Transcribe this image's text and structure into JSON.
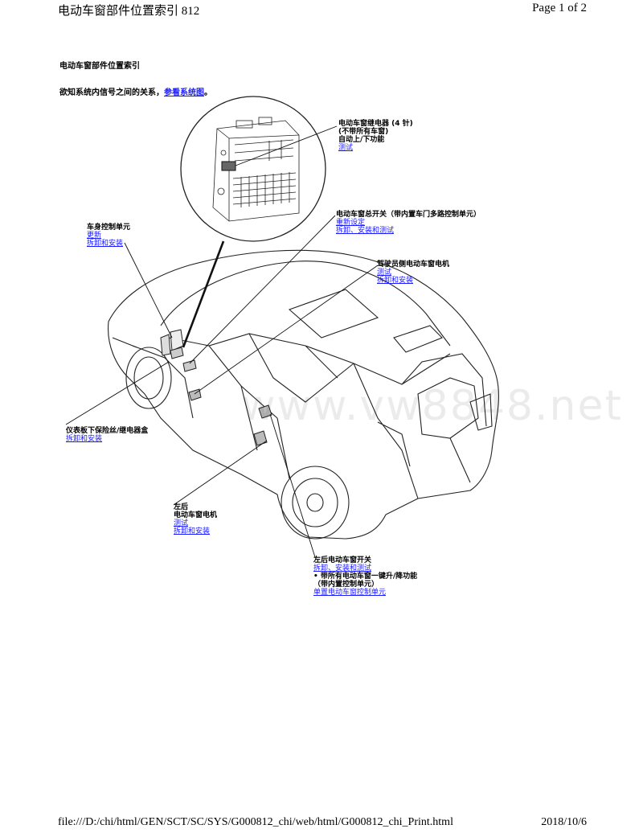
{
  "header": {
    "left": "电动车窗部件位置索引  812",
    "right": "Page 1 of 2"
  },
  "page": {
    "title": "电动车窗部件位置索引",
    "intro_prefix": "欲知系统内信号之间的关系，",
    "intro_link": "参看系统图",
    "intro_suffix": "。"
  },
  "callouts": {
    "relay": {
      "name": "电动车窗继电器 (4 针)",
      "note1": "(不带所有车窗)",
      "note2": "自动上/下功能",
      "link1": "测试"
    },
    "body_control": {
      "name": "车身控制单元",
      "link1": "更新",
      "link2": "拆卸和安装"
    },
    "master_switch": {
      "name": "电动车窗总开关（带内置车门多路控制单元）",
      "link1": "重新设定",
      "link2": "拆卸、安装和测试"
    },
    "driver_motor": {
      "name": "驾驶员侧电动车窗电机",
      "link1": "测试",
      "link2": "拆卸和安装"
    },
    "fuse_box": {
      "name": "仪表板下保险丝/继电器盒",
      "link1": "拆卸和安装"
    },
    "rear_left_motor": {
      "name1": "左后",
      "name2": "电动车窗电机",
      "link1": "测试",
      "link2": "拆卸和安装"
    },
    "rear_left_switch": {
      "name": "左后电动车窗开关",
      "link1": "拆卸、安装和测试",
      "note1": "• 带所有电动车窗一键升/降功能",
      "note2": "（带内置控制单元）",
      "link2": "单置电动车窗控制单元"
    }
  },
  "watermark": "www.vw8848.net",
  "footer": {
    "left": "file:///D:/chi/html/GEN/SCT/SC/SYS/G000812_chi/web/html/G000812_chi_Print.html",
    "right": "2018/10/6"
  }
}
